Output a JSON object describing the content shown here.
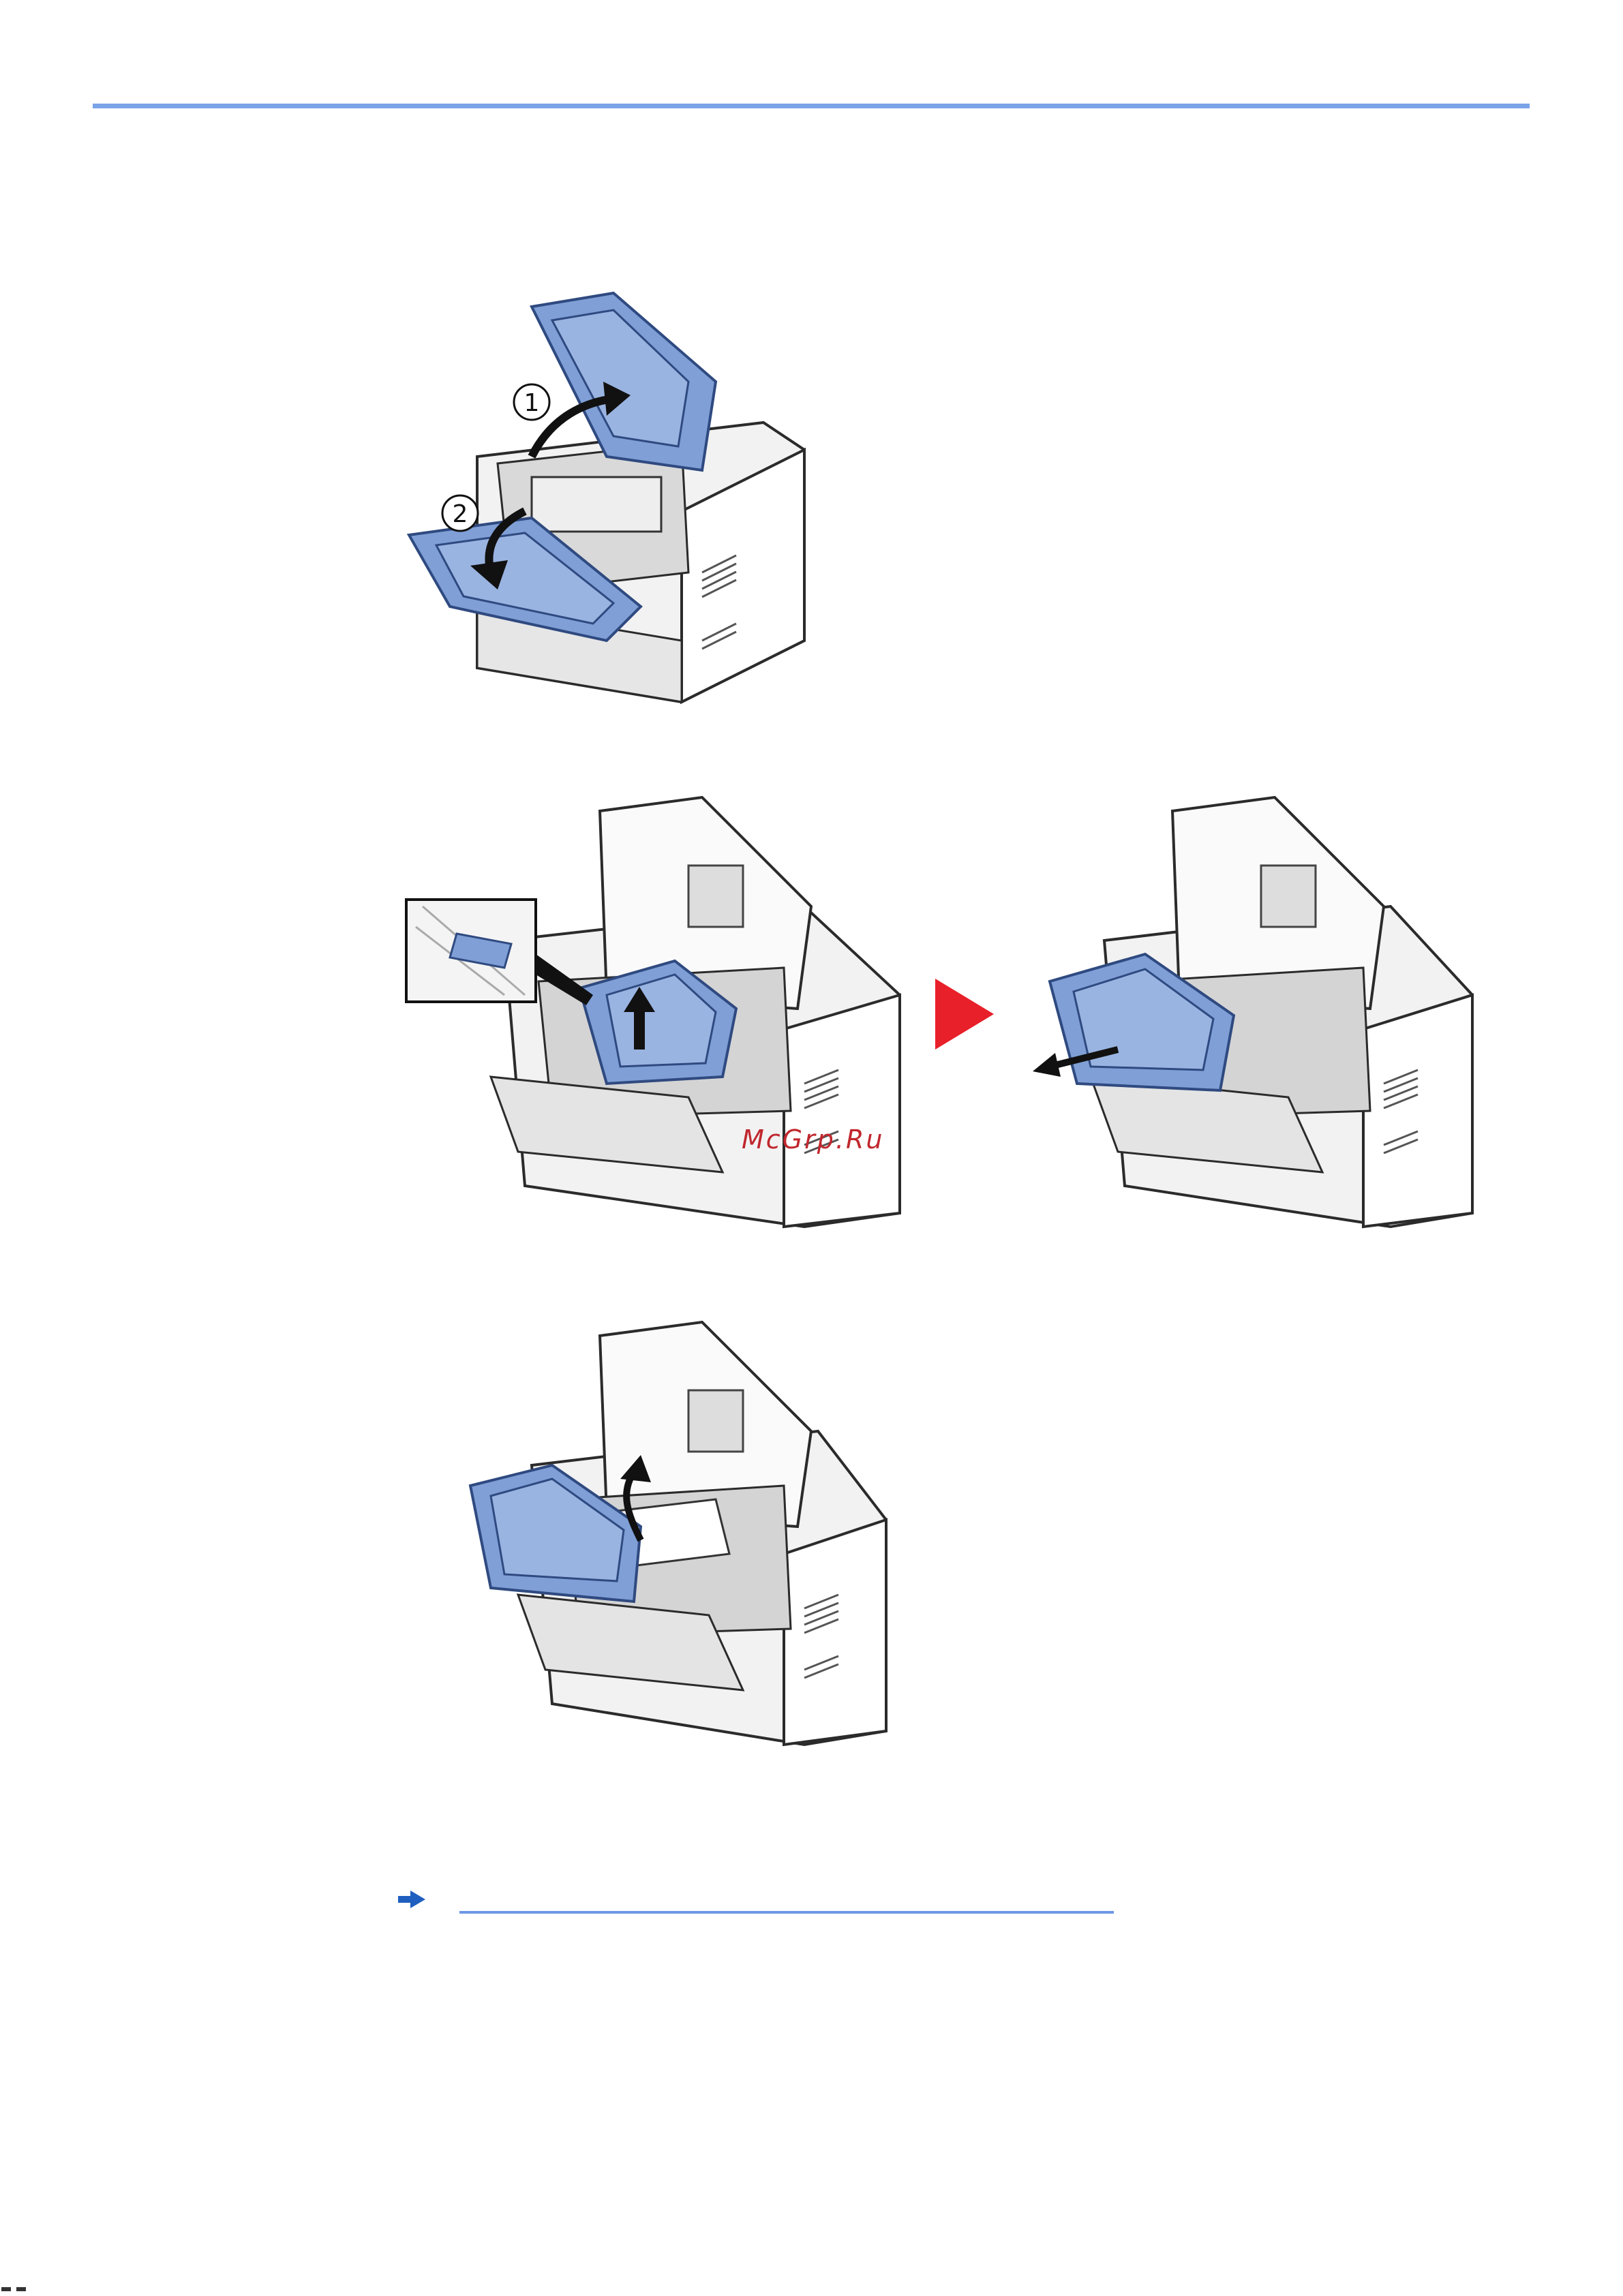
{
  "figures": {
    "step1": {
      "callouts": [
        "1",
        "2"
      ]
    }
  },
  "watermark": "McGrp.Ru",
  "reference": {
    "link_text": ""
  },
  "colors": {
    "accent_rule": "#7aa3e8",
    "part_blue": "#7f9fd6",
    "part_blue_dark": "#4f6fb0",
    "next_arrow": "#e8202a",
    "watermark": "#c0272d",
    "link": "#2a5bd7"
  },
  "icons": {
    "reference": "arrow-right-icon",
    "next_step": "play-triangle-icon"
  }
}
